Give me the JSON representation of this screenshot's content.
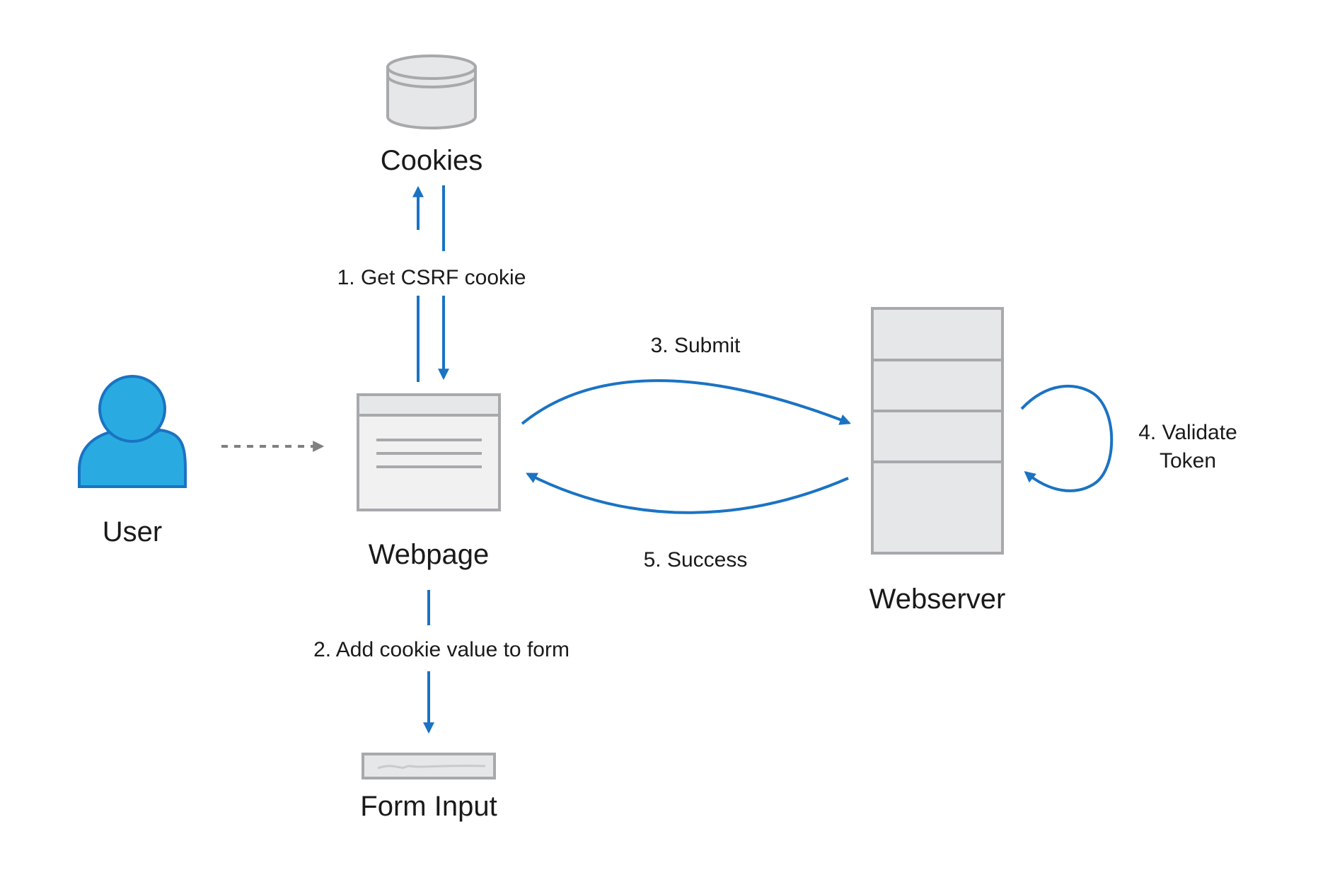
{
  "colors": {
    "accent_blue": "#1a73c3",
    "user_blue": "#29abe2",
    "node_fill": "#e6e7e8",
    "node_stroke": "#a7a9ac",
    "dashed_arrow": "#808080",
    "text": "#1a1a1a"
  },
  "nodes": {
    "cookies": {
      "label": "Cookies",
      "icon": "database-icon"
    },
    "user": {
      "label": "User",
      "icon": "user-icon"
    },
    "webpage": {
      "label": "Webpage",
      "icon": "browser-window-icon"
    },
    "webserver": {
      "label": "Webserver",
      "icon": "server-rack-icon"
    },
    "form_input": {
      "label": "Form Input",
      "icon": "text-field-icon"
    }
  },
  "steps": {
    "get_cookie": "1. Get CSRF cookie",
    "add_cookie": "2. Add cookie value to form",
    "submit": "3. Submit",
    "validate_line1": "4. Validate",
    "validate_line2": "Token",
    "success": "5. Success"
  }
}
